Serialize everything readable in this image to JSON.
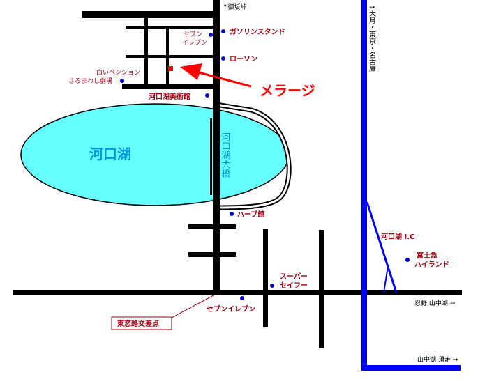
{
  "colors": {
    "road": "#000000",
    "expressway": "#0000ff",
    "lake_fill": "#66ffff",
    "lake_text": "#0099dd",
    "landmark_text": "#a00010",
    "marker": "#0000cc",
    "destination": "#ff0000"
  },
  "directions": {
    "top_road": "↑御坂峠",
    "expressway_north": "↑大月・東京・名古屋",
    "east_road": "忍野,山中湖 →",
    "expressway_south": "山中湖,須走 →"
  },
  "lake": {
    "name": "河口湖",
    "bridge": "河口湖大橋"
  },
  "destination": {
    "label": "メラージ"
  },
  "landmarks": {
    "gas_station": "ガソリンスタンド",
    "lawson": "ローソン",
    "seven_eleven_north_line1": "セブン",
    "seven_eleven_north_line2": "イレブン",
    "white_pension": "白いペンション",
    "sarumawashi": "さるまわし劇場",
    "museum": "河口湖美術館",
    "herb_hall": "ハーブ館",
    "interchange": "河口湖 I.C",
    "fujikyu_line1": "富士急",
    "fujikyu_line2": "ハイランド",
    "super_line1": "スーパー",
    "super_line2": "セイフー",
    "seven_eleven_south": "セブンイレブン",
    "intersection": "東恋路交差点"
  }
}
